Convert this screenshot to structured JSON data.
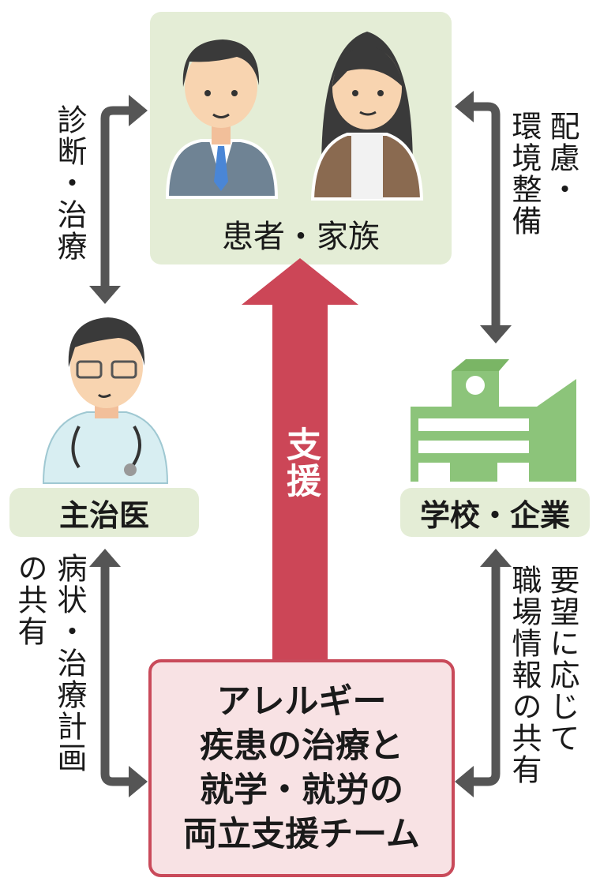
{
  "patients": {
    "label": "患者・家族"
  },
  "doctor": {
    "label": "主治医"
  },
  "school": {
    "label": "学校・企業"
  },
  "support_arrow": {
    "label": "支援"
  },
  "team": {
    "lines": [
      "アレルギー",
      "疾患の治療と",
      "就学・就労の",
      "両立支援チーム"
    ]
  },
  "edges": {
    "doctor_patients": "診断・治療",
    "school_patients": [
      "配慮・",
      "環境整備"
    ],
    "team_doctor": [
      "病状・治療計画",
      "の共有"
    ],
    "team_school": [
      "要望に応じて",
      "職場情報の共有"
    ]
  },
  "colors": {
    "green_box": "#e4edd6",
    "red_arrow": "#cc4657",
    "team_fill": "#f8e2e4",
    "connector": "#555555"
  }
}
